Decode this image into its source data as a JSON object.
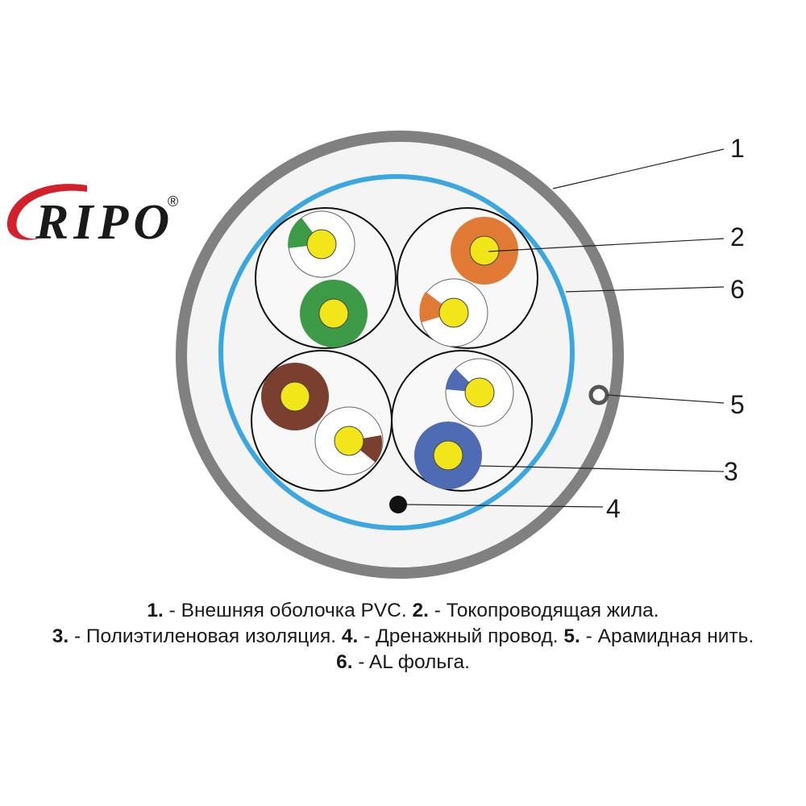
{
  "logo": {
    "text": "RIPO",
    "registered": "®",
    "colors": {
      "swoosh": "#d4202a",
      "text": "#1a1a1a"
    }
  },
  "cable": {
    "colors": {
      "jacket": "#808080",
      "jacket_fill": "#f4f4f4",
      "foil": "#3aa7e0",
      "conductor": "#f2e51a",
      "green": "#3d9a47",
      "orange": "#e07a34",
      "brown": "#7a3f2e",
      "blue": "#4f6bb3",
      "drain": "#111111"
    },
    "pairs": [
      {
        "name": "green-pair",
        "solid_color": "#3d9a47"
      },
      {
        "name": "orange-pair",
        "solid_color": "#e07a34"
      },
      {
        "name": "brown-pair",
        "solid_color": "#7a3f2e"
      },
      {
        "name": "blue-pair",
        "solid_color": "#4f6bb3"
      }
    ]
  },
  "callouts": [
    {
      "label": "1"
    },
    {
      "label": "2"
    },
    {
      "label": "6"
    },
    {
      "label": "5"
    },
    {
      "label": "3"
    },
    {
      "label": "4"
    }
  ],
  "legend": {
    "lines": [
      [
        {
          "num": "1.",
          "text": " - Внешняя оболочка PVC. "
        },
        {
          "num": "2.",
          "text": " - Токопроводящая жила."
        }
      ],
      [
        {
          "num": "3.",
          "text": " - Полиэтиленовая изоляция. "
        },
        {
          "num": "4.",
          "text": " - Дренажный провод. "
        },
        {
          "num": "5.",
          "text": " - Арамидная нить."
        }
      ],
      [
        {
          "num": "6.",
          "text": " - AL фольга."
        }
      ]
    ]
  }
}
